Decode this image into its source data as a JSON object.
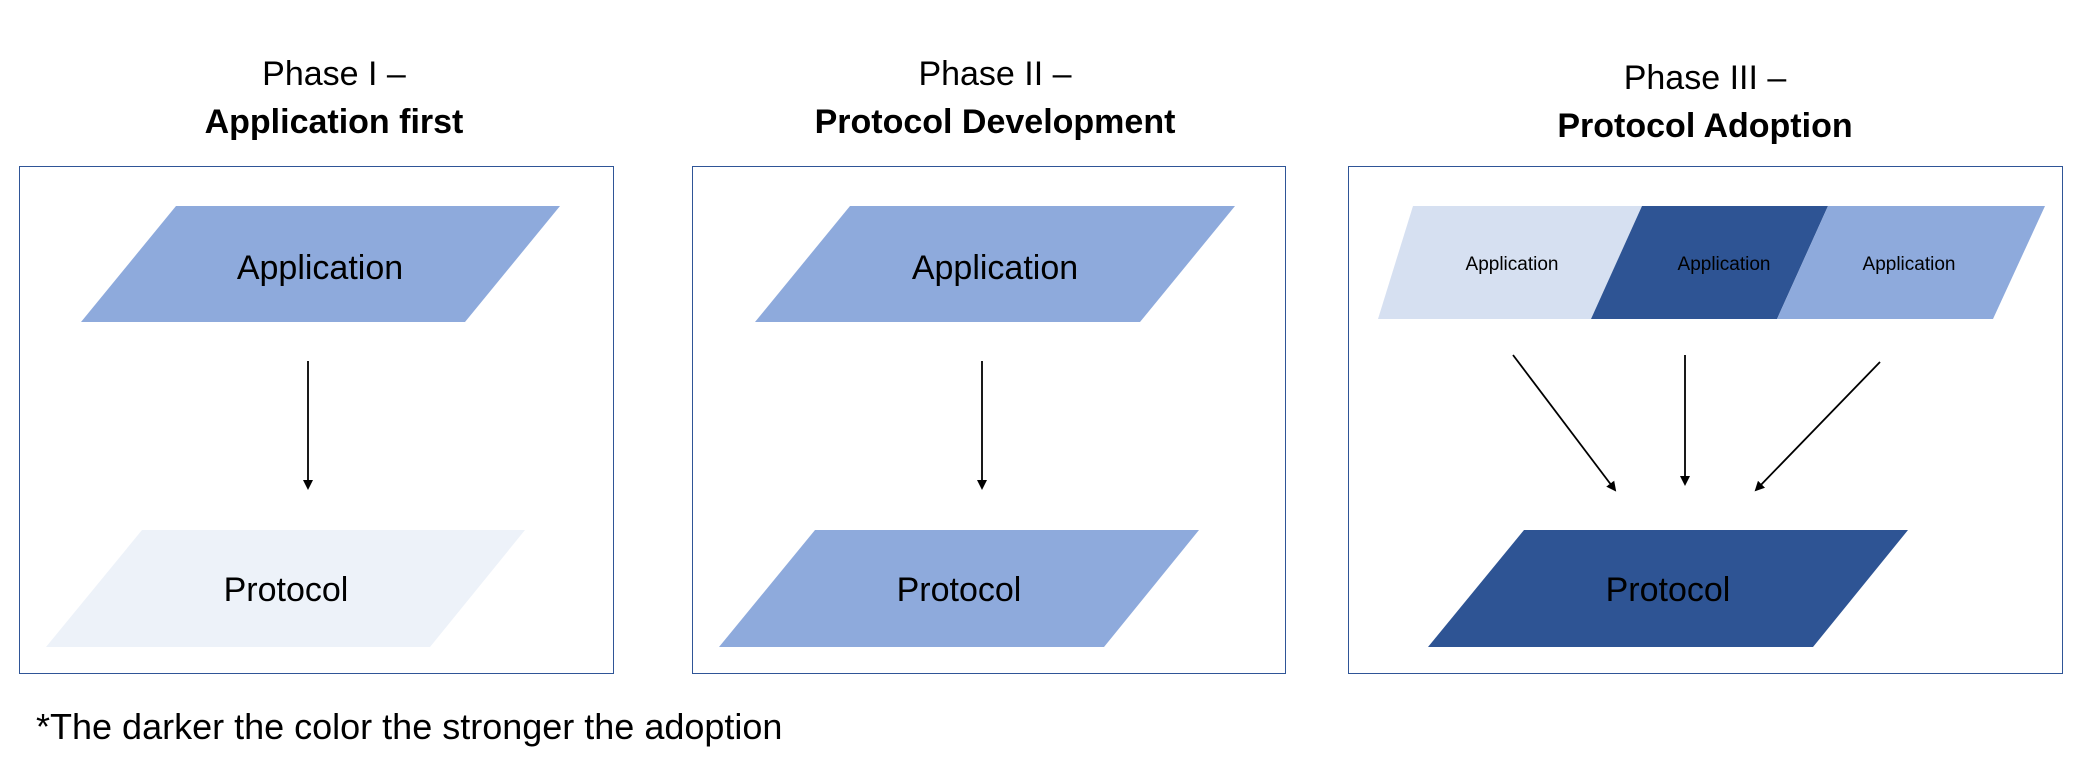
{
  "phases": [
    {
      "title_line1": "Phase I –",
      "title_line2": "Application first",
      "application_label": "Application",
      "protocol_label": "Protocol"
    },
    {
      "title_line1": "Phase II –",
      "title_line2": "Protocol Development",
      "application_label": "Application",
      "protocol_label": "Protocol"
    },
    {
      "title_line1": "Phase III –",
      "title_line2": "Protocol Adoption",
      "applications": [
        "Application",
        "Application",
        "Application"
      ],
      "protocol_label": "Protocol"
    }
  ],
  "footnote": "*The darker the color the stronger the adoption",
  "colors": {
    "light": "#d6e0f1",
    "medium": "#8eaadc",
    "dark": "#2e5494",
    "very_light": "#edf2f9",
    "border": "#2f5597"
  }
}
